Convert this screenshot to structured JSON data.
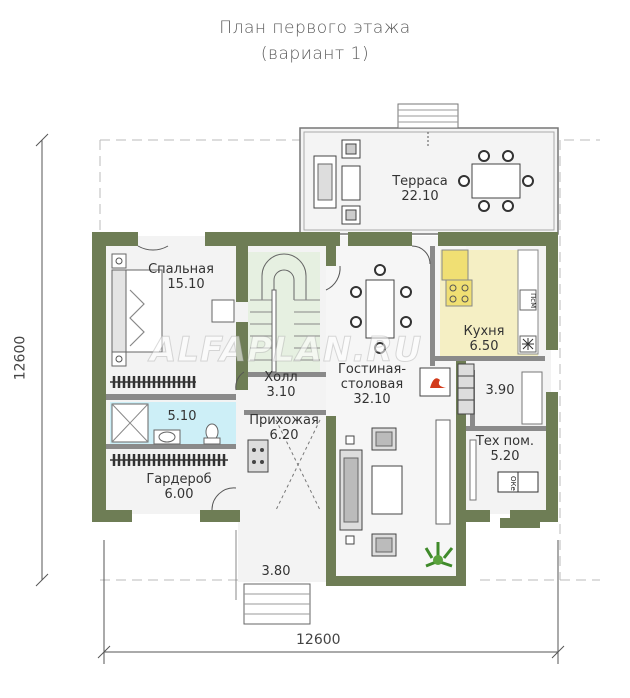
{
  "header": {
    "title_line1": "План первого этажа",
    "title_line2": "(вариант 1)"
  },
  "rooms": {
    "terrace": {
      "name": "Терраса",
      "area": "22.10"
    },
    "bedroom": {
      "name": "Спальная",
      "area": "15.10"
    },
    "kitchen": {
      "name": "Кухня",
      "area": "6.50"
    },
    "hall": {
      "name": "Холл",
      "area": "3.10"
    },
    "living": {
      "name_line1": "Гостиная-",
      "name_line2": "столовая",
      "area": "32.10"
    },
    "bathroom": {
      "area": "5.10"
    },
    "entry": {
      "name": "Прихожая",
      "area": "6.20"
    },
    "pantry": {
      "area": "3.90"
    },
    "tech": {
      "name": "Тех пом.",
      "area": "5.20"
    },
    "wardrobe": {
      "name": "Гардероб",
      "area": "6.00"
    },
    "porch": {
      "area": "3.80"
    }
  },
  "appliance_labels": {
    "fridge": "ПсМ",
    "boiler": "ОКе"
  },
  "dimensions": {
    "width": "12600",
    "height": "12600"
  },
  "watermark": "ALFAPLAN.RU",
  "colors": {
    "wall": "#6e7d55",
    "floor": "#f2f2f2",
    "kitchen": "#f5efc4",
    "bath": "#cdeff7",
    "stair": "#e6f0e1",
    "dim_line": "#555555"
  }
}
